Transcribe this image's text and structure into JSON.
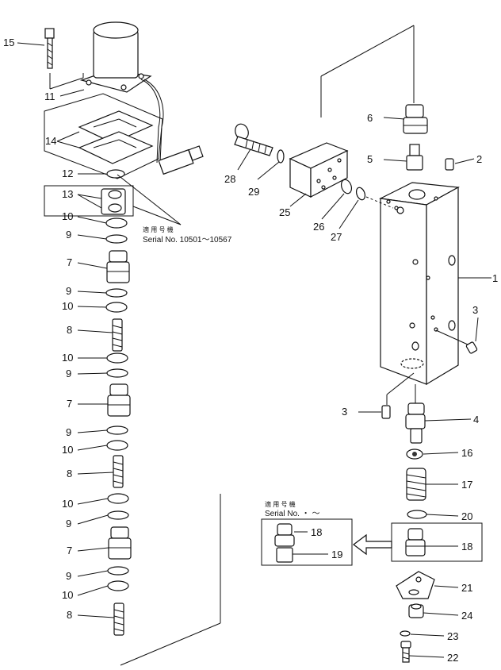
{
  "parts": {
    "p1": "1",
    "p2": "2",
    "p3a": "3",
    "p3b": "3",
    "p4": "4",
    "p5": "5",
    "p6": "6",
    "p7a": "7",
    "p7b": "7",
    "p7c": "7",
    "p8a": "8",
    "p8b": "8",
    "p8c": "8",
    "p9a": "9",
    "p9b": "9",
    "p9c": "9",
    "p9d": "9",
    "p9e": "9",
    "p9f": "9",
    "p10a": "10",
    "p10b": "10",
    "p10c": "10",
    "p10d": "10",
    "p10e": "10",
    "p10f": "10",
    "p11": "11",
    "p12": "12",
    "p13": "13",
    "p14": "14",
    "p15": "15",
    "p16": "16",
    "p17": "17",
    "p18a": "18",
    "p18b": "18",
    "p19": "19",
    "p20": "20",
    "p21": "21",
    "p22": "22",
    "p23": "23",
    "p24": "24",
    "p25": "25",
    "p26": "26",
    "p27": "27",
    "p28": "28",
    "p29": "29"
  },
  "notes": {
    "applicable_jp": "適 用 号 機",
    "serial_range": "Serial No. 10501～10567",
    "applicable_jp2": "適 用 号 機",
    "serial_open": "Serial  No.       ・  ～"
  }
}
